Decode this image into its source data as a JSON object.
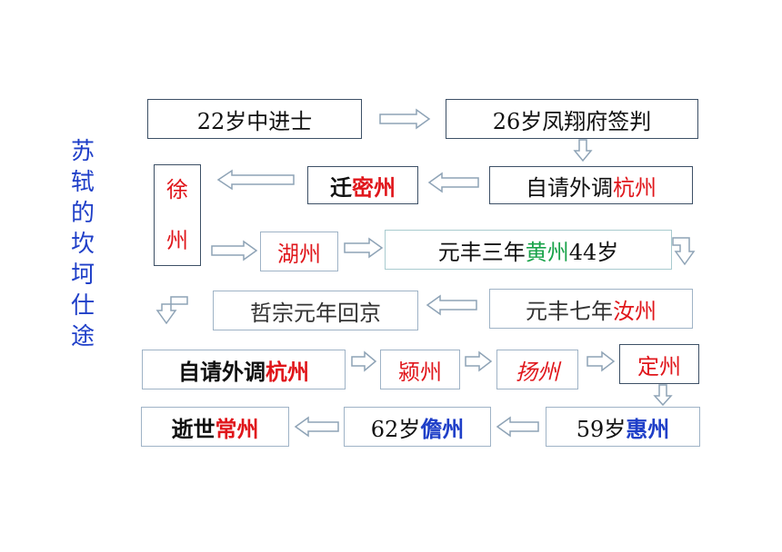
{
  "title": {
    "chars": [
      "苏",
      "轼",
      "的",
      "坎",
      "坷",
      "仕",
      "途"
    ]
  },
  "nodes": {
    "n1": {
      "parts": [
        {
          "text": "22岁中进士",
          "color": "black"
        }
      ]
    },
    "n2": {
      "parts": [
        {
          "text": "26岁凤翔府签判",
          "color": "black"
        }
      ]
    },
    "n3": {
      "parts": [
        {
          "text": "自请外调",
          "color": "black"
        },
        {
          "text": "杭州",
          "color": "red"
        }
      ]
    },
    "n4": {
      "parts": [
        {
          "text": "迁",
          "color": "black"
        },
        {
          "text": "密州",
          "color": "red"
        }
      ]
    },
    "n5": {
      "parts": [
        {
          "text": "徐",
          "color": "red"
        },
        {
          "text": "州",
          "color": "red"
        }
      ]
    },
    "n6": {
      "parts": [
        {
          "text": "湖州",
          "color": "red"
        }
      ]
    },
    "n7": {
      "parts": [
        {
          "text": "元丰三年",
          "color": "black"
        },
        {
          "text": "黄州",
          "color": "green"
        },
        {
          "text": "44岁",
          "color": "black"
        }
      ]
    },
    "n8": {
      "parts": [
        {
          "text": "元丰七年",
          "color": "black"
        },
        {
          "text": "汝州",
          "color": "red"
        }
      ]
    },
    "n9": {
      "parts": [
        {
          "text": "哲宗元年回京",
          "color": "gray"
        }
      ]
    },
    "n10": {
      "parts": [
        {
          "text": "自请外调",
          "color": "black"
        },
        {
          "text": "杭州",
          "color": "red"
        }
      ]
    },
    "n11": {
      "parts": [
        {
          "text": "颍州",
          "color": "red"
        }
      ]
    },
    "n12": {
      "parts": [
        {
          "text": "扬州",
          "color": "red"
        }
      ]
    },
    "n13": {
      "parts": [
        {
          "text": "定州",
          "color": "red"
        }
      ]
    },
    "n14": {
      "parts": [
        {
          "text": "59岁",
          "color": "black"
        },
        {
          "text": "惠州",
          "color": "blue"
        }
      ]
    },
    "n15": {
      "parts": [
        {
          "text": "62岁",
          "color": "black"
        },
        {
          "text": "儋州",
          "color": "blue"
        }
      ]
    },
    "n16": {
      "parts": [
        {
          "text": "逝世",
          "color": "black"
        },
        {
          "text": "常州",
          "color": "red"
        }
      ]
    }
  },
  "colors": {
    "black": "#111111",
    "red": "#e0161b",
    "green": "#19a34a",
    "blue": "#1f3fc8",
    "gray": "#333333",
    "arrow_stroke": "#8ea3b6"
  }
}
